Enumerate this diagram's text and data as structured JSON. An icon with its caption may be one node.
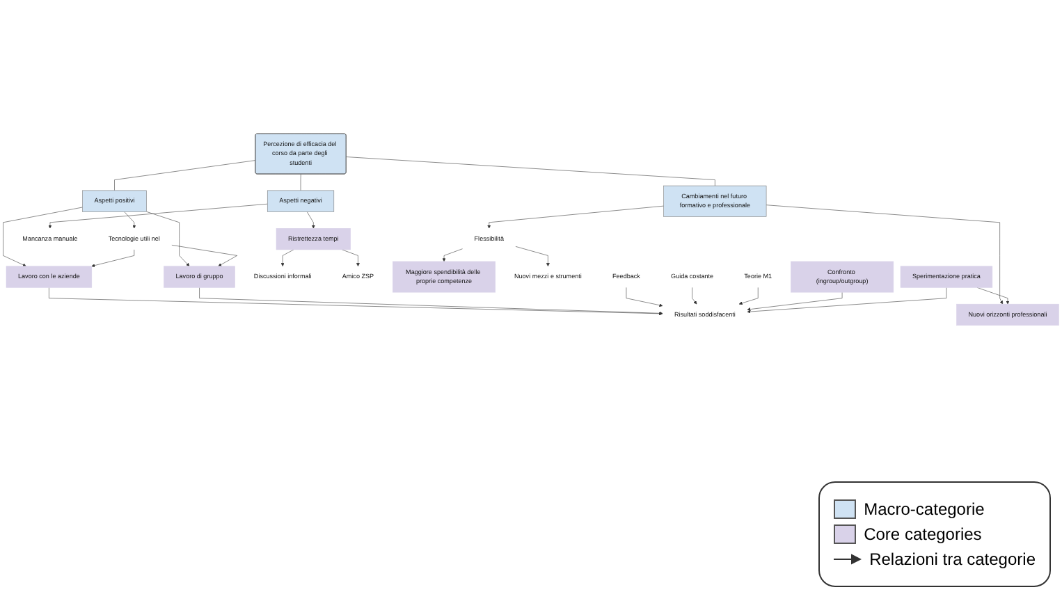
{
  "diagram": {
    "nodes": [
      {
        "text": [
          "Percezione di efficacia del corso da parte degli studenti"
        ]
      },
      {
        "text": [
          "Aspetti positivi"
        ]
      },
      {
        "text": [
          "Aspetti negativi"
        ]
      },
      {
        "text": [
          "Cambiamenti nel futuro formativo e professionale"
        ]
      },
      {
        "text": [
          "Tecnologie utili nel"
        ]
      },
      {
        "text": [
          "Mancanza manuale"
        ]
      },
      {
        "text": [
          "Ristrettezza tempi"
        ]
      },
      {
        "text": [
          "Nuovi orizzonti professionali"
        ]
      },
      {
        "text": [
          "Flessibilità"
        ]
      },
      {
        "text": [
          "Lavoro con le aziende"
        ]
      },
      {
        "text": [
          "Lavoro di gruppo"
        ]
      },
      {
        "text": [
          "Risultati soddisfacenti"
        ]
      },
      {
        "text": [
          "Discussioni informali"
        ]
      },
      {
        "text": [
          "Amico ZSP"
        ]
      },
      {
        "text": [
          "Maggiore spendibilità delle proprie competenze"
        ]
      },
      {
        "text": [
          "Nuovi mezzi e strumenti"
        ]
      },
      {
        "text": [
          "Feedback"
        ]
      },
      {
        "text": [
          "Guida costante"
        ]
      },
      {
        "text": [
          "Teorie M1"
        ]
      },
      {
        "text": [
          "Confronto (ingroup/outgroup)"
        ]
      },
      {
        "text": [
          "Sperimentazione pratica"
        ]
      }
    ],
    "edges": [
      {
        "from": 0,
        "to": 1,
        "arrow": "none"
      },
      {
        "from": 0,
        "to": 2,
        "arrow": "none"
      },
      {
        "from": 0,
        "to": 3,
        "arrow": "none"
      },
      {
        "from": 1,
        "to": 9,
        "arrow": "to"
      },
      {
        "from": 1,
        "to": 4,
        "arrow": "to"
      },
      {
        "from": 1,
        "to": 10,
        "arrow": "to"
      },
      {
        "from": 4,
        "to": 9,
        "arrow": "to"
      },
      {
        "from": 4,
        "to": 10,
        "arrow": "to"
      },
      {
        "from": 2,
        "to": 5,
        "arrow": "to"
      },
      {
        "from": 2,
        "to": 6,
        "arrow": "to"
      },
      {
        "from": 3,
        "to": 7,
        "arrow": "to"
      },
      {
        "from": 3,
        "to": 8,
        "arrow": "to"
      },
      {
        "from": 9,
        "to": 11,
        "arrow": "to"
      },
      {
        "from": 10,
        "to": 11,
        "arrow": "to"
      },
      {
        "from": 6,
        "to": 12,
        "arrow": "to"
      },
      {
        "from": 6,
        "to": 13,
        "arrow": "to"
      },
      {
        "from": 8,
        "to": 14,
        "arrow": "to"
      },
      {
        "from": 8,
        "to": 15,
        "arrow": "to"
      },
      {
        "from": 16,
        "to": 11,
        "arrow": "to"
      },
      {
        "from": 17,
        "to": 11,
        "arrow": "to"
      },
      {
        "from": 18,
        "to": 11,
        "arrow": "to"
      },
      {
        "from": 19,
        "to": 11,
        "arrow": "to"
      },
      {
        "from": 20,
        "to": 11,
        "arrow": "to"
      },
      {
        "from": 20,
        "to": 7,
        "arrow": "to"
      }
    ],
    "legend": [
      {
        "text": "Macro-categorie",
        "color": "#cfe2f3"
      },
      {
        "text": "Core categories",
        "color": "#d9d2e9"
      },
      {
        "text": "Relazioni tra categorie"
      }
    ]
  }
}
